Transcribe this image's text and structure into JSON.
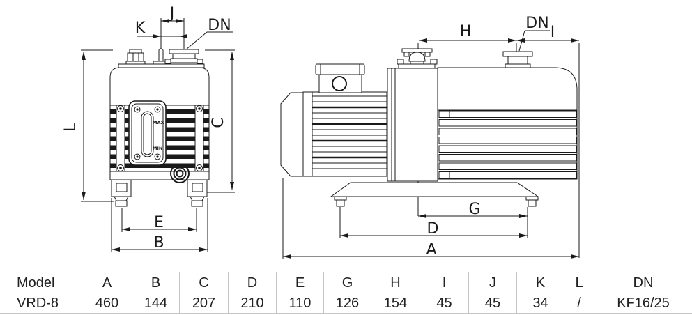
{
  "diagram": {
    "front_view": {
      "dim_j": "J",
      "dim_k": "K",
      "dim_dn": "DN",
      "dim_l": "L",
      "dim_c": "C",
      "dim_e": "E",
      "dim_b": "B",
      "sight_glass_max": "MAX",
      "sight_glass_min": "MIN"
    },
    "side_view": {
      "dim_h": "H",
      "dim_dn": "DN",
      "dim_i": "I",
      "dim_g": "G",
      "dim_d": "D",
      "dim_a": "A"
    },
    "line_color": "#1a1a1a"
  },
  "table": {
    "headers": [
      "Model",
      "A",
      "B",
      "C",
      "D",
      "E",
      "G",
      "H",
      "I",
      "J",
      "K",
      "L",
      "DN"
    ],
    "row": [
      "VRD-8",
      "460",
      "144",
      "207",
      "210",
      "110",
      "126",
      "154",
      "45",
      "45",
      "34",
      "/",
      "KF16/25"
    ]
  }
}
